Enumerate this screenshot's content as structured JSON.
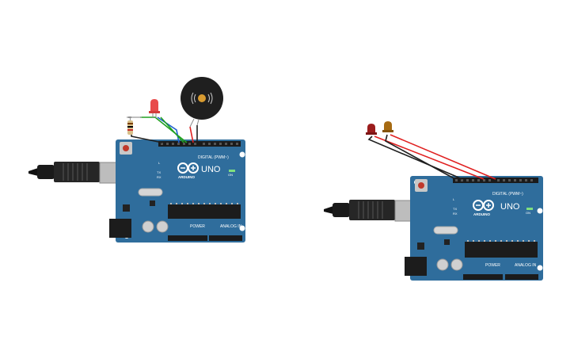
{
  "board": {
    "brand_label": "UNO",
    "maker_label": "ARDUINO",
    "digital_header_label": "DIGITAL (PWM~)",
    "power_label": "POWER",
    "analog_label": "ANALOG IN",
    "on_label": "ON",
    "tx_label": "TX",
    "rx_label": "RX",
    "l_label": "L",
    "board_color": "#2f6d9c"
  },
  "components": {
    "led_red_color": "#e84a4a",
    "led_dark_red_color": "#9b1c1c",
    "led_amber_color": "#a66a12",
    "buzzer_color": "#1f1f1f"
  },
  "wires": {
    "red": "#e02020",
    "green": "#20a020",
    "blue": "#2060d0",
    "black": "#202020"
  },
  "icons": [
    "usb-plug-icon",
    "arduino-logo-icon",
    "reset-button-icon",
    "sound-wave-icon"
  ]
}
